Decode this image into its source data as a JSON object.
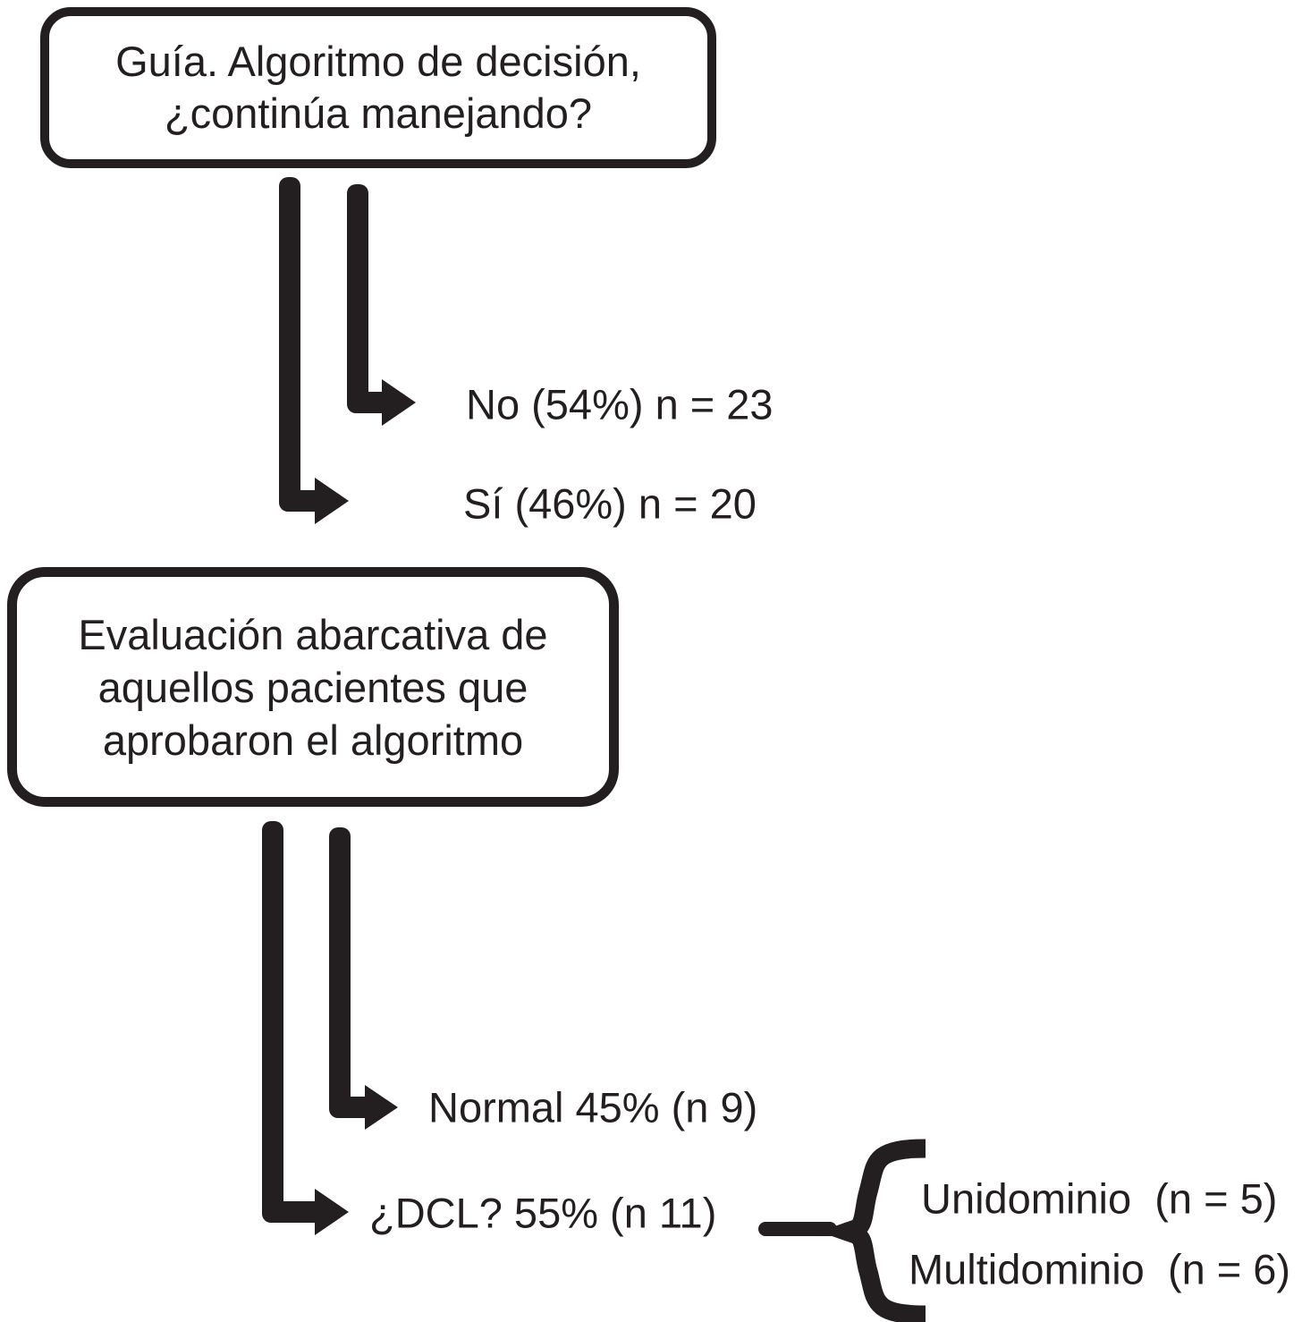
{
  "figure": {
    "background": "#ffffff",
    "ink": "#231f20",
    "top_box": {
      "lines": [
        "Guía. Algoritmo de decisión,",
        "¿continúa manejando?"
      ]
    },
    "top_branches": {
      "no_label": "No (54%) n = 23",
      "si_label": "Sí (46%) n = 20"
    },
    "middle_box": {
      "lines": [
        "Evaluación abarcativa de",
        "aquellos pacientes que",
        "aprobaron el algoritmo"
      ]
    },
    "middle_branches": {
      "normal_label": "Normal 45% (n 9)",
      "dcl_label": "¿DCL? 55% (n 11)"
    },
    "dcl_breakdown": {
      "unidominio_label": "Unidominio  (n = 5)",
      "multidominio_label": "Multidominio  (n = 6)"
    }
  }
}
